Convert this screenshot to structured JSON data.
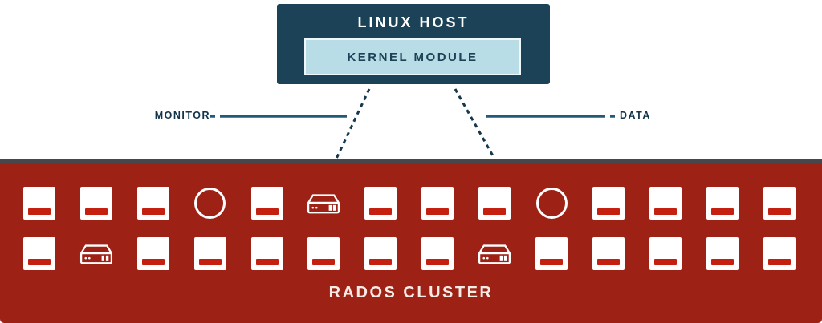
{
  "colors": {
    "navy": "#1c4257",
    "lightblue": "#b9dde6",
    "red": "#9e2116",
    "barred": "#c5200f",
    "lineblue": "#235a78",
    "linedark": "#16384e",
    "labelnavy": "#14344a",
    "darkborder": "#47474b",
    "clustertext": "#f8ece7"
  },
  "host": {
    "title": "LINUX HOST",
    "module_label": "KERNEL MODULE"
  },
  "connections": {
    "left_label": "MONITOR",
    "right_label": "DATA"
  },
  "cluster": {
    "title": "RADOS CLUSTER",
    "rows": [
      [
        "osd",
        "osd",
        "osd",
        "mon",
        "osd",
        "server",
        "osd",
        "osd",
        "osd",
        "mon",
        "osd",
        "osd",
        "osd",
        "osd"
      ],
      [
        "osd",
        "server",
        "osd",
        "osd",
        "osd",
        "osd",
        "osd",
        "osd",
        "server",
        "osd",
        "osd",
        "osd",
        "osd",
        "osd"
      ]
    ]
  },
  "icon_legend": {
    "osd": "osd-node-icon",
    "mon": "monitor-node-icon",
    "server": "server-node-icon"
  }
}
